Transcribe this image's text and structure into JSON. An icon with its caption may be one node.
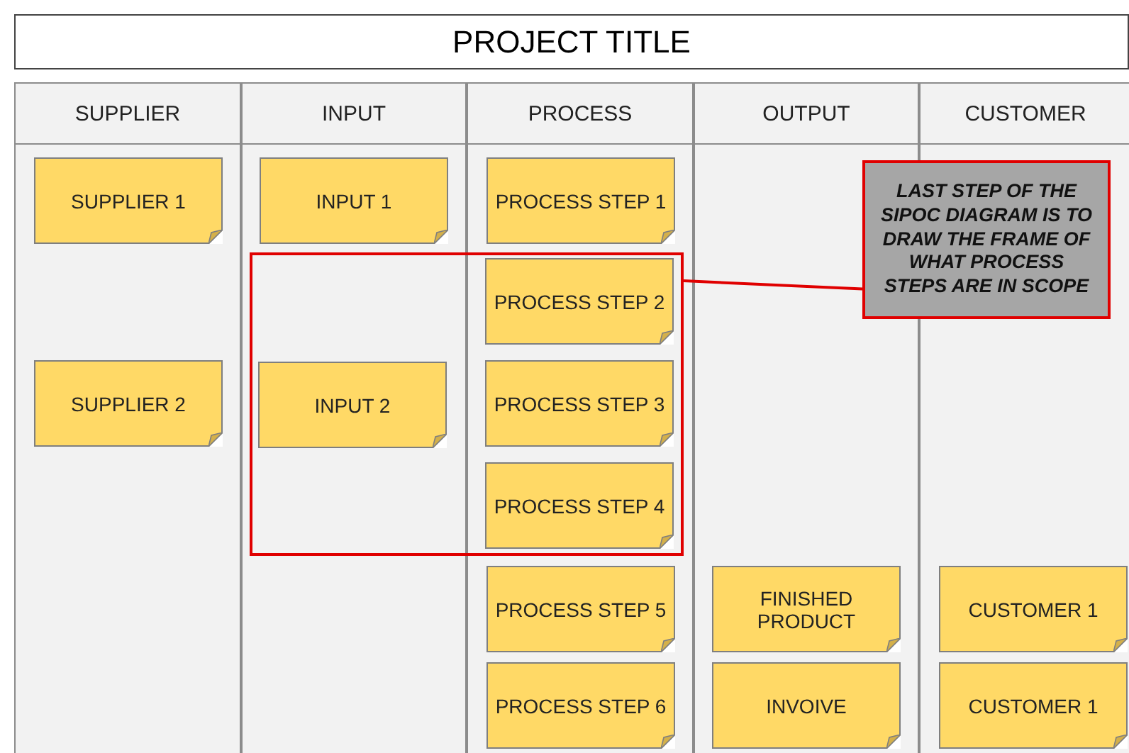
{
  "diagram": {
    "title": "PROJECT TITLE",
    "nodes": [
      {
        "text": [
          "SUPPLIER"
        ]
      },
      {
        "text": [
          "SUPPLIER 1"
        ],
        "in": 0
      },
      {
        "text": [
          "SUPPLIER 2"
        ],
        "in": 0
      },
      {
        "text": [
          "INPUT"
        ]
      },
      {
        "text": [
          "INPUT 1"
        ],
        "in": 3
      },
      {
        "text": [
          "INPUT 2"
        ]
      },
      {
        "text": [
          "PROCESS"
        ]
      },
      {
        "text": [
          "PROCESS STEP 1"
        ],
        "in": 6
      },
      {
        "text": [
          "PROCESS STEP 2"
        ]
      },
      {
        "text": [
          "PROCESS STEP 3"
        ]
      },
      {
        "text": [
          "PROCESS STEP 4"
        ]
      },
      {
        "text": [
          "PROCESS STEP 5"
        ],
        "in": 6
      },
      {
        "text": [
          "PROCESS STEP 6"
        ],
        "in": 6
      },
      {
        "text": [
          "OUTPUT"
        ]
      },
      {
        "text": [
          "FINISHED PRODUCT"
        ],
        "in": 13
      },
      {
        "text": [
          "INVOIVE"
        ],
        "in": 13
      },
      {
        "text": [
          "CUSTOMER"
        ]
      },
      {
        "text": [
          "CUSTOMER 1"
        ],
        "in": 16
      },
      {
        "text": [
          "CUSTOMER 1"
        ],
        "in": 16
      },
      {
        "text": [],
        "shape": "box"
      },
      {
        "text": [
          "LAST STEP OF THE SIPOC DIAGRAM IS TO DRAW THE FRAME OF WHAT PROCESS STEPS ARE IN SCOPE"
        ]
      }
    ],
    "edges": [
      {
        "from": 20,
        "to": 19,
        "arrow": "none"
      }
    ]
  }
}
